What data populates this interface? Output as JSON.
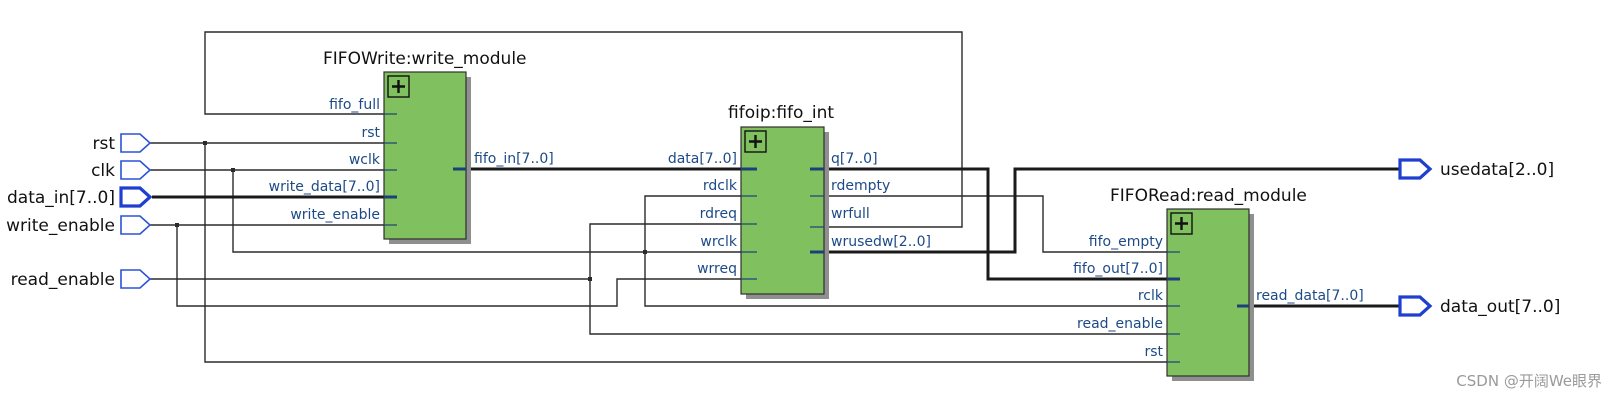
{
  "diagram": {
    "input_ports": [
      "rst",
      "clk",
      "data_in[7..0]",
      "write_enable",
      "read_enable"
    ],
    "output_ports": [
      "usedata[2..0]",
      "data_out[7..0]"
    ],
    "modules": {
      "write": {
        "instance": "FIFOWrite:write_module",
        "pins_left": [
          "fifo_full",
          "rst",
          "wclk",
          "write_data[7..0]",
          "write_enable"
        ],
        "pins_right": [
          "fifo_in[7..0]"
        ]
      },
      "fifo": {
        "instance": "fifoip:fifo_int",
        "pins_left": [
          "data[7..0]",
          "rdclk",
          "rdreq",
          "wrclk",
          "wrreq"
        ],
        "pins_right": [
          "q[7..0]",
          "rdempty",
          "wrfull",
          "wrusedw[2..0]"
        ]
      },
      "read": {
        "instance": "FIFORead:read_module",
        "pins_left": [
          "fifo_empty",
          "fifo_out[7..0]",
          "rclk",
          "read_enable",
          "rst"
        ],
        "pins_right": [
          "read_data[7..0]"
        ]
      }
    },
    "colors": {
      "module_fill": "#80c05e",
      "wire": "#2b2b2b",
      "pin_label": "#1d4a86",
      "port_outline": "#2a52d8"
    },
    "icons": [
      "expand-plus-icon"
    ]
  },
  "watermark": "CSDN @开阔We眼界"
}
